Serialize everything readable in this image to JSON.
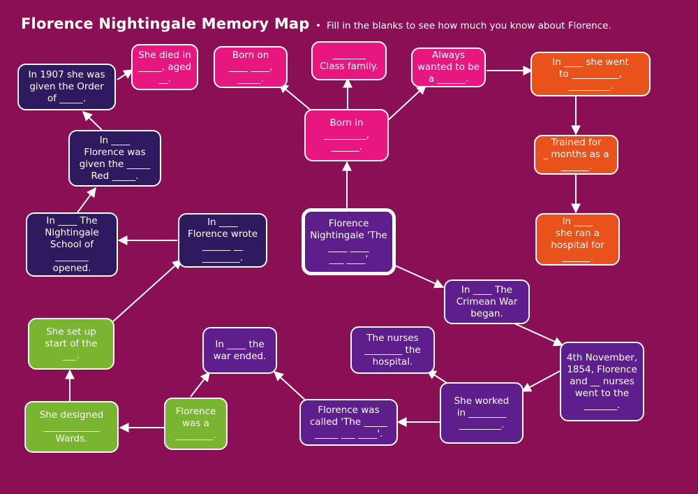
{
  "title": "Florence Nightingale Memory Map",
  "instruction": "Fill in the blanks to see how much you know about Florence.",
  "colors": {
    "background": "#8a0f55",
    "pink": "#e8177f",
    "navy": "#2e1a5e",
    "purple": "#5e1f8c",
    "orange": "#e9531b",
    "green": "#7ab531"
  },
  "nodes": {
    "center": "Florence\nNightingale 'The\n____ ____\n___ ____'",
    "born_in": "Born in\n_________,\n______.",
    "born_on": "Born on\n____ ____,\n_____.",
    "class_family": "_______\nClass family.",
    "always_wanted": "Always\nwanted to be\na ______.",
    "went_to": "In ____ she went\nto __________,\n_________.",
    "trained_for": "Trained for\n_ months as a\n______.",
    "ran_hospital": "In ____\nshe ran a\nhospital for\n______.",
    "crimean_war": "In ____ The\nCrimean War\nbegan.",
    "nov_1854": "4th November,\n1854, Florence\nand __ nurses\nwent to the\n_______.",
    "she_worked": "She worked\nin ________\n_________.",
    "nurses_hospital": "The nurses\n________ the\nhospital.",
    "called_the": "Florence was\ncalled 'The _____\n_____ ___ ____'.",
    "war_ended": "In ____ the\nwar ended.",
    "florence_was_a": "Florence\nwas a\n________.",
    "she_designed": "She designed\n____________\nWards.",
    "set_up": "She set up\nstart of the\n___.",
    "wrote": "In ____\nFlorence wrote\n______ __\n________.",
    "school_opened": "In ____ The\nNightingale\nSchool of\n_______\nopened.",
    "red_cross": "In ____\nFlorence was\ngiven the _____\nRed _____.",
    "order_of": "In 1907 she was\ngiven the Order\nof _____.",
    "she_died": "She died in\n_____, aged\n__."
  }
}
